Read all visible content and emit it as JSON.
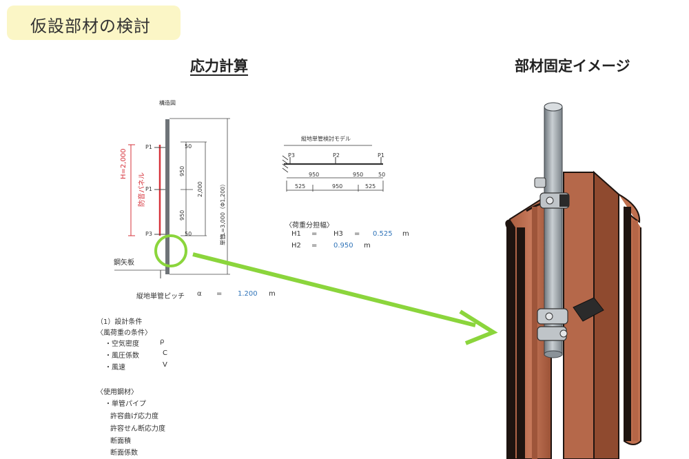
{
  "page_title": "仮設部材の検討",
  "left_heading": "応力計算",
  "right_heading": "部材固定イメージ",
  "structure": {
    "label": "構造図",
    "p1_top": "P1",
    "p1_mid": "P1",
    "p3": "P3",
    "h_label": "H=2,000",
    "net_label": "防音パネル",
    "dim_950a": "950",
    "dim_950b": "950",
    "dim_2000": "2,000",
    "dim_50a": "50",
    "dim_50b": "50",
    "tube_len": "L=3,000（Φ1,200）",
    "tube_name": "単管",
    "sheet_pile": "鋼矢板"
  },
  "model": {
    "title": "縦地単管検討モデル",
    "p3": "P3",
    "p2": "P2",
    "p1": "P1",
    "span1": "950",
    "span2": "950",
    "span_end": "50",
    "bottom1": "525",
    "bottom2": "950",
    "bottom3": "525"
  },
  "load": {
    "header": "〈荷重分担幅〉",
    "row1_a": "H1",
    "row1_eq1": "=",
    "row1_b": "H3",
    "row1_eq2": "=",
    "row1_val": "0.525",
    "row1_unit": "m",
    "row2_a": "H2",
    "row2_eq": "=",
    "row2_val": "0.950",
    "row2_unit": "m"
  },
  "pitch": {
    "label": "縦地単管ピッチ",
    "sym": "α",
    "eq": "=",
    "val": "1.200",
    "unit": "m"
  },
  "conditions": {
    "heading": "（1）設計条件",
    "wind_heading": "〈風荷重の条件〉",
    "items": [
      {
        "label": "・空気密度",
        "sym": "ρ"
      },
      {
        "label": "・風圧係数",
        "sym": "C"
      },
      {
        "label": "・風速",
        "sym": "V"
      }
    ],
    "steel_heading": "〈使用鋼材〉",
    "steel_items": [
      "・単管パイプ",
      "許容曲げ応力度",
      "許容せん断応力度",
      "断面積",
      "断面係数"
    ]
  },
  "colors": {
    "title_bg": "#fbf6c6",
    "accent_green": "#8bd53c",
    "highlight_red": "#d6323a",
    "value_blue": "#2f73b8",
    "pile_brown": "#b8694a",
    "pile_edge": "#1e1410",
    "pipe_gray": "#9aa3a9"
  }
}
